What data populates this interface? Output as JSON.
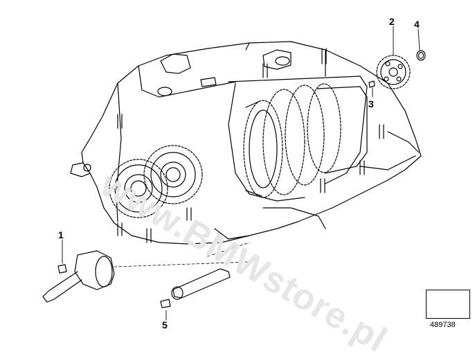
{
  "diagram": {
    "watermark_text": "www.BMWstore.pl",
    "reference_number": "489738",
    "parts": [
      {
        "number": "1"
      },
      {
        "number": "2"
      },
      {
        "number": "3"
      },
      {
        "number": "4"
      },
      {
        "number": "5"
      }
    ]
  },
  "colors": {
    "line": "#000000",
    "watermark": "#e6e6e6",
    "background": "#ffffff"
  },
  "icons": {
    "reference_box": "arrow-down-right-icon"
  }
}
